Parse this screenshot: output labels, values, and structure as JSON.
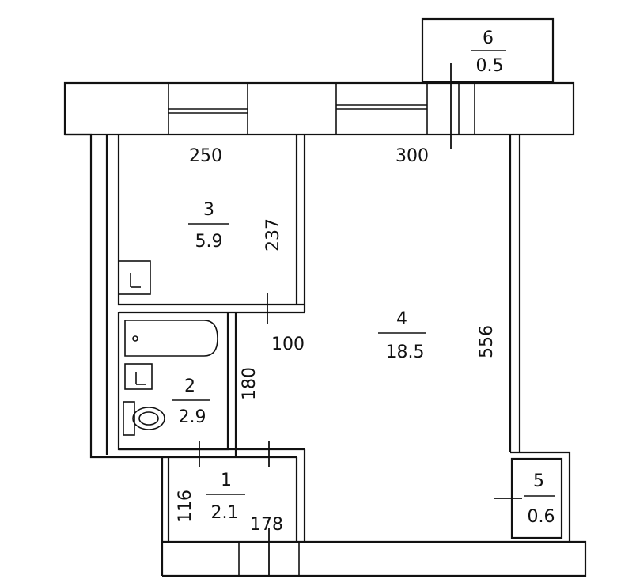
{
  "rooms": [
    {
      "id": "1",
      "number": "1",
      "area": "2.1"
    },
    {
      "id": "2",
      "number": "2",
      "area": "2.9"
    },
    {
      "id": "3",
      "number": "3",
      "area": "5.9"
    },
    {
      "id": "4",
      "number": "4",
      "area": "18.5"
    },
    {
      "id": "5",
      "number": "5",
      "area": "0.6"
    },
    {
      "id": "6",
      "number": "6",
      "area": "0.5"
    }
  ],
  "dimensions": {
    "d250": "250",
    "d300": "300",
    "d237": "237",
    "d100": "100",
    "d556": "556",
    "d180": "180",
    "d116": "116",
    "d178": "178"
  }
}
